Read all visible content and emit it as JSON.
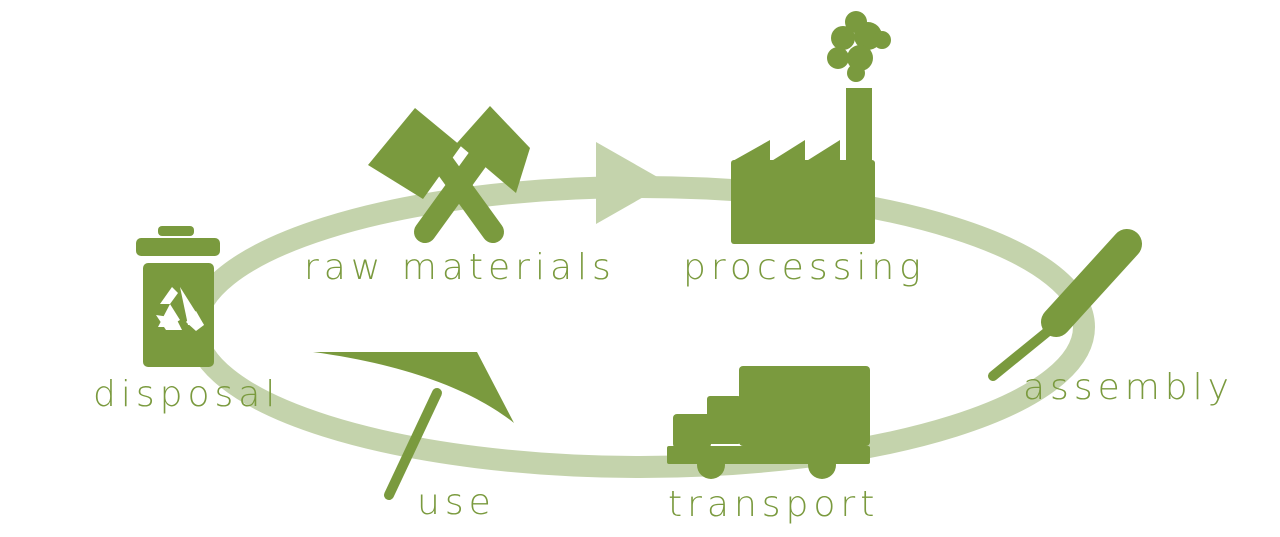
{
  "colors": {
    "primary": "#7a9a3e",
    "ring": "#c4d3ac"
  },
  "stages": [
    {
      "id": "raw",
      "label": "raw materials",
      "icon": "crossed-hammers-icon"
    },
    {
      "id": "processing",
      "label": "processing",
      "icon": "factory-icon"
    },
    {
      "id": "assembly",
      "label": "assembly",
      "icon": "screwdriver-icon"
    },
    {
      "id": "transport",
      "label": "transport",
      "icon": "truck-icon"
    },
    {
      "id": "use",
      "label": "use",
      "icon": "umbrella-icon"
    },
    {
      "id": "disposal",
      "label": "disposal",
      "icon": "recycle-bin-icon"
    }
  ]
}
